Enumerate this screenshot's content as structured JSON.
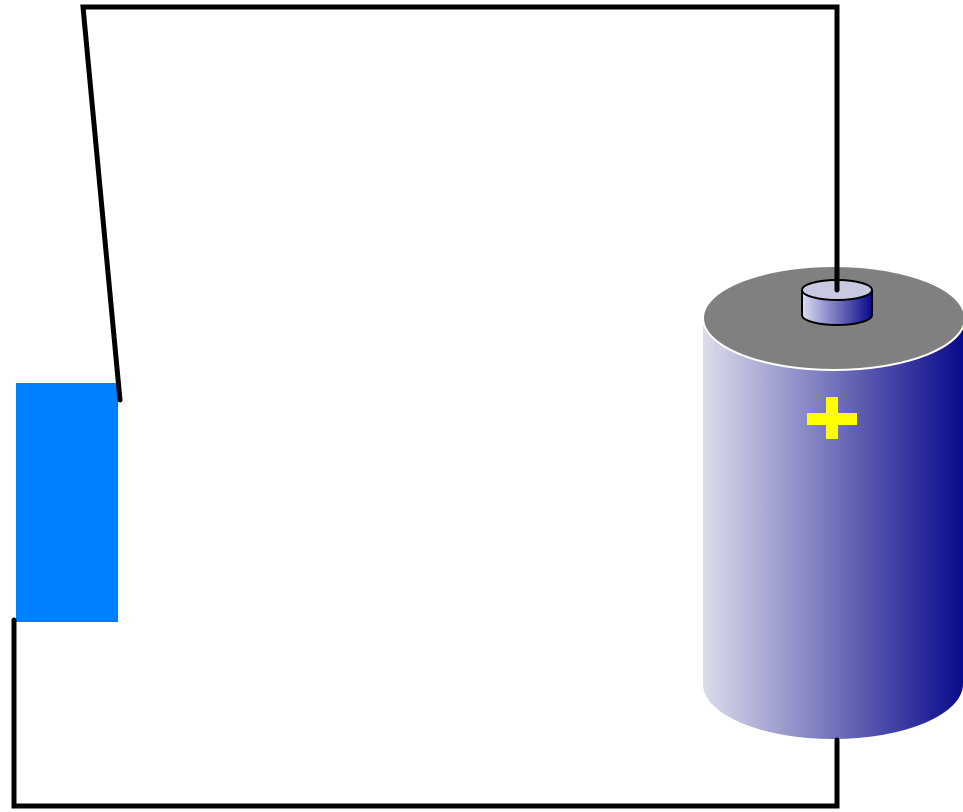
{
  "diagram": {
    "components": [
      {
        "type": "electrode",
        "shape": "rectangle",
        "color": "#0080FF"
      },
      {
        "type": "battery",
        "terminal_sign": "+",
        "sign_color": "#FFFF00",
        "body_gradient": [
          "#DCDCEB",
          "#0A0A8C"
        ],
        "top_color": "#808080"
      },
      {
        "type": "wire",
        "color": "#000000",
        "connects": [
          "electrode-top",
          "battery-positive-terminal"
        ]
      },
      {
        "type": "wire",
        "color": "#000000",
        "connects": [
          "electrode-bottom",
          "battery-negative-bottom"
        ]
      }
    ]
  }
}
